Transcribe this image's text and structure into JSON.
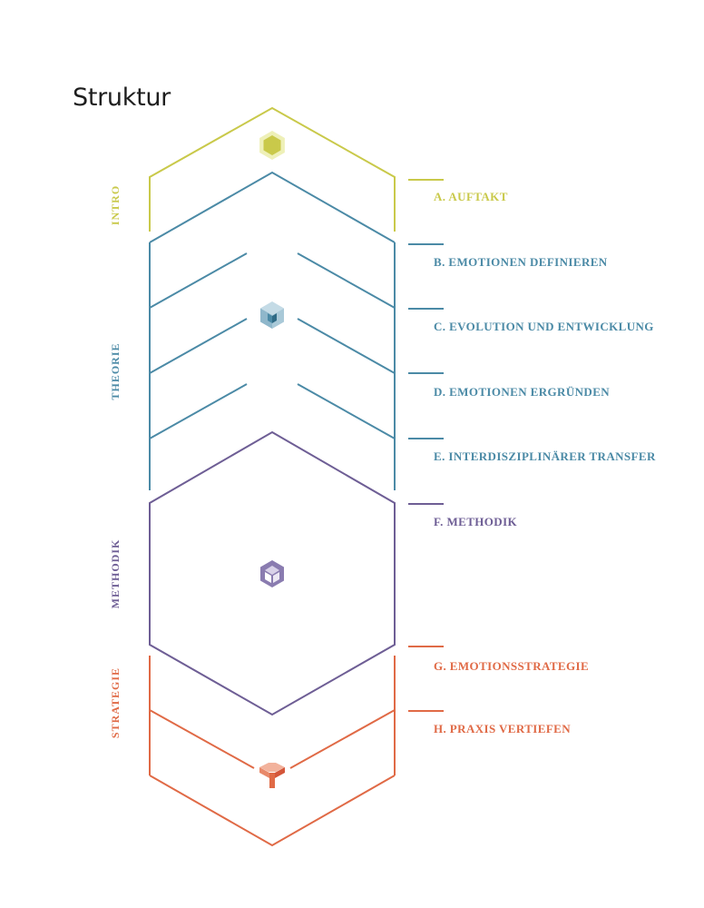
{
  "title": "Struktur",
  "colors": {
    "intro": "#c9c94a",
    "theorie": "#4b8aa6",
    "methodik": "#6e5e95",
    "strategie": "#e06a46"
  },
  "sections": [
    {
      "key": "intro",
      "label": "INTRO"
    },
    {
      "key": "theorie",
      "label": "THEORIE"
    },
    {
      "key": "methodik",
      "label": "METHODIK"
    },
    {
      "key": "strategie",
      "label": "STRATEGIE"
    }
  ],
  "steps": [
    {
      "label": "A. AUFTAKT",
      "section": "intro"
    },
    {
      "label": "B. EMOTIONEN DEFINIEREN",
      "section": "theorie"
    },
    {
      "label": "C. EVOLUTION UND ENTWICKLUNG",
      "section": "theorie"
    },
    {
      "label": "D. EMOTIONEN ERGRÜNDEN",
      "section": "theorie"
    },
    {
      "label": "E. INTERDISZIPLINÄRER TRANSFER",
      "section": "theorie"
    },
    {
      "label": "F. METHODIK",
      "section": "methodik"
    },
    {
      "label": "G. EMOTIONSSTRATEGIE",
      "section": "strategie"
    },
    {
      "label": "H. PRAXIS VERTIEFEN",
      "section": "strategie"
    }
  ],
  "icons": [
    {
      "name": "hexagon-icon",
      "section": "intro"
    },
    {
      "name": "cube-icon",
      "section": "theorie"
    },
    {
      "name": "open-cube-icon",
      "section": "methodik"
    },
    {
      "name": "tripod-icon",
      "section": "strategie"
    }
  ]
}
